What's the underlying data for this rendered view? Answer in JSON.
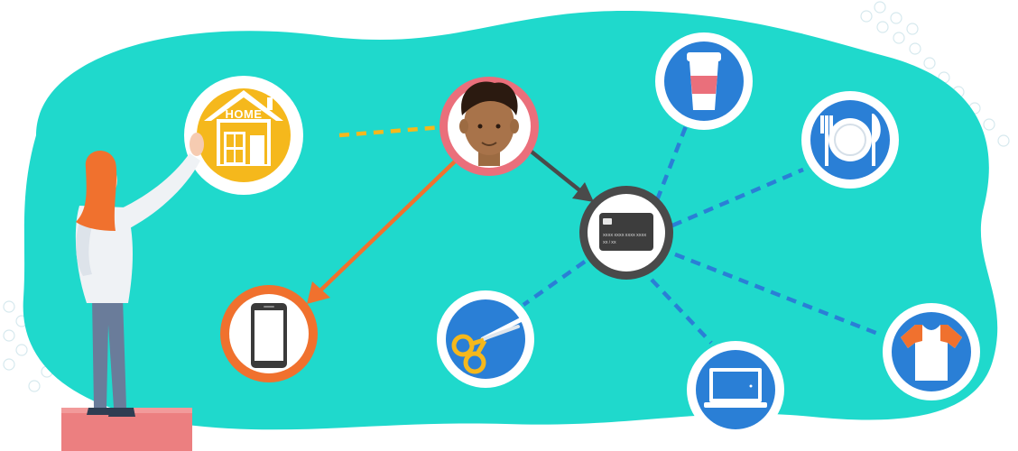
{
  "colors": {
    "blob": "#1fd9cc",
    "home_ring": "#f5b81c",
    "person_ring": "#ea6f7b",
    "phone_ring": "#f0712e",
    "card_ring": "#4a4a4a",
    "blue_ring": "#2a7fd6",
    "link_dotted_yellow": "#f5b81c",
    "link_dotted_blue": "#2a7fd6",
    "arrow_orange": "#f0712e",
    "arrow_dark": "#4a4a4a",
    "pedestal": "#ec7f80"
  },
  "nodes": {
    "home": {
      "icon": "house-icon",
      "label": "HOME"
    },
    "person": {
      "icon": "person-face-icon"
    },
    "phone": {
      "icon": "smartphone-icon"
    },
    "card": {
      "icon": "credit-card-icon",
      "number": "XXXX XXXX XXXX XXXX",
      "expiry": "XX / XX"
    },
    "coffee": {
      "icon": "coffee-cup-icon"
    },
    "dining": {
      "icon": "plate-cutlery-icon"
    },
    "scissors": {
      "icon": "scissors-icon"
    },
    "laptop": {
      "icon": "laptop-icon"
    },
    "tshirt": {
      "icon": "tshirt-icon"
    }
  },
  "figure": {
    "icon": "woman-pointing-illustration"
  }
}
